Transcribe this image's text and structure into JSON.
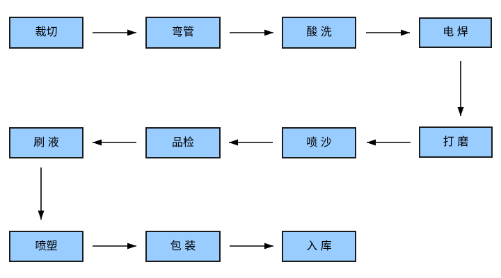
{
  "diagram": {
    "type": "flowchart",
    "background_color": "#ffffff",
    "node_fill_color": "#99ccff",
    "node_border_color": "#1a1a1a",
    "arrow_color": "#000000",
    "text_color": "#000000",
    "nodes": [
      {
        "id": "cutting",
        "label": "裁切"
      },
      {
        "id": "pipe-bending",
        "label": "弯管"
      },
      {
        "id": "acid-washing",
        "label": "酸 洗"
      },
      {
        "id": "welding",
        "label": "电 焊"
      },
      {
        "id": "grinding",
        "label": "打 磨"
      },
      {
        "id": "sand-blasting",
        "label": "喷 沙"
      },
      {
        "id": "quality-inspection",
        "label": "品检"
      },
      {
        "id": "liquid-brushing",
        "label": "刷 液"
      },
      {
        "id": "plastic-spraying",
        "label": "喷塑"
      },
      {
        "id": "packaging",
        "label": "包 装"
      },
      {
        "id": "warehousing",
        "label": "入 库"
      }
    ],
    "edges": [
      {
        "from": "cutting",
        "to": "pipe-bending",
        "direction": "right"
      },
      {
        "from": "pipe-bending",
        "to": "acid-washing",
        "direction": "right"
      },
      {
        "from": "acid-washing",
        "to": "welding",
        "direction": "right"
      },
      {
        "from": "welding",
        "to": "grinding",
        "direction": "down"
      },
      {
        "from": "grinding",
        "to": "sand-blasting",
        "direction": "left"
      },
      {
        "from": "sand-blasting",
        "to": "quality-inspection",
        "direction": "left"
      },
      {
        "from": "quality-inspection",
        "to": "liquid-brushing",
        "direction": "left"
      },
      {
        "from": "liquid-brushing",
        "to": "plastic-spraying",
        "direction": "down"
      },
      {
        "from": "plastic-spraying",
        "to": "packaging",
        "direction": "right"
      },
      {
        "from": "packaging",
        "to": "warehousing",
        "direction": "right"
      }
    ]
  }
}
